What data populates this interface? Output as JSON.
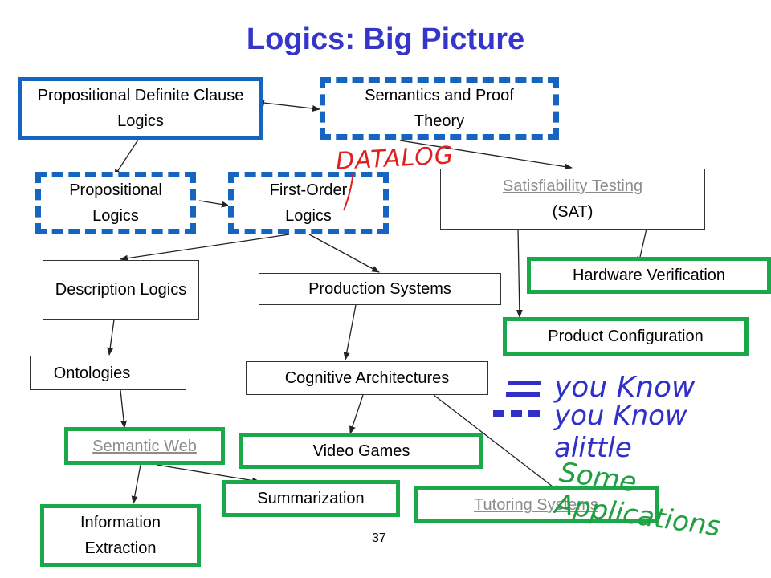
{
  "title": "Logics: Big Picture",
  "nodes": {
    "prop_definite": "Propositional Definite Clause  Logics",
    "semantics": "Semantics and Proof Theory",
    "propositional": "Propositional Logics",
    "first_order": "First-Order Logics",
    "sat_link": "Satisfiability Testing",
    "sat_abbr": "(SAT)",
    "description": "Description Logics",
    "production": "Production Systems",
    "hardware": "Hardware Verification",
    "product_config": "Product Configuration",
    "ontologies": "Ontologies",
    "cognitive": "Cognitive Architectures",
    "semantic_web": "Semantic Web",
    "video_games": "Video Games",
    "summarization": "Summarization",
    "tutoring": "Tutoring Systems",
    "info_extraction": "Information Extraction"
  },
  "annotations": {
    "datalog": "DATALOG",
    "you_know": "you Know",
    "you_know_little": "you Know alittle",
    "some_applications": "Some Applications"
  },
  "page_number": "37",
  "colors": {
    "title": "#3535cc",
    "solid_box_border": "#1565c0",
    "application_border": "#1aa84a",
    "link_text": "#8c8c8c",
    "annotation_red": "#e02020",
    "annotation_blue": "#3030c8",
    "annotation_green": "#20a040"
  }
}
